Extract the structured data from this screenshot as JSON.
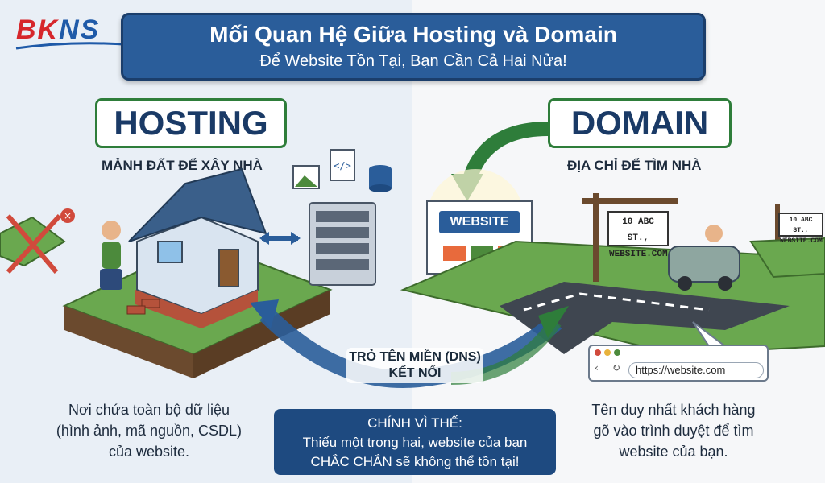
{
  "brand": {
    "logo_part1": "BK",
    "logo_part2": "NS"
  },
  "banner": {
    "title": "Mối Quan Hệ Giữa Hosting và Domain",
    "subtitle": "Để Website Tồn Tại, Bạn Cần Cả Hai Nửa!"
  },
  "hosting": {
    "title": "HOSTING",
    "subtitle": "MẢNH ĐẤT ĐỂ XÂY NHÀ",
    "desc_line1": "Nơi chứa toàn bộ dữ liệu",
    "desc_line2": "(hình ảnh, mã nguồn, CSDL)",
    "desc_line3": "của website."
  },
  "domain": {
    "title": "DOMAIN",
    "subtitle": "ĐỊA CHỈ ĐỂ TÌM NHÀ",
    "desc_line1": "Tên duy nhất khách hàng",
    "desc_line2": "gõ vào trình duyệt để tìm",
    "desc_line3": "website của bạn."
  },
  "dns": {
    "line1": "TRỎ TÊN MIỀN (DNS)",
    "line2": "KẾT NỐI"
  },
  "conclusion": {
    "line1": "CHÍNH VÌ THẾ:",
    "line2": "Thiếu một trong hai, website của bạn",
    "line3": "CHẮC CHẮN sẽ không thể tồn tại!"
  },
  "sign_big": {
    "line1": "10 ABC ST.,",
    "line2": "WEBSITE.COM"
  },
  "sign_small": {
    "line1": "10 ABC ST.,",
    "line2": "WEBSITE.COM"
  },
  "website_badge": "WEBSITE",
  "browser": {
    "url": "https://website.com"
  },
  "colors": {
    "accent_blue": "#2a5d9a",
    "accent_green": "#2e7d3a",
    "brand_red": "#d6262b"
  }
}
